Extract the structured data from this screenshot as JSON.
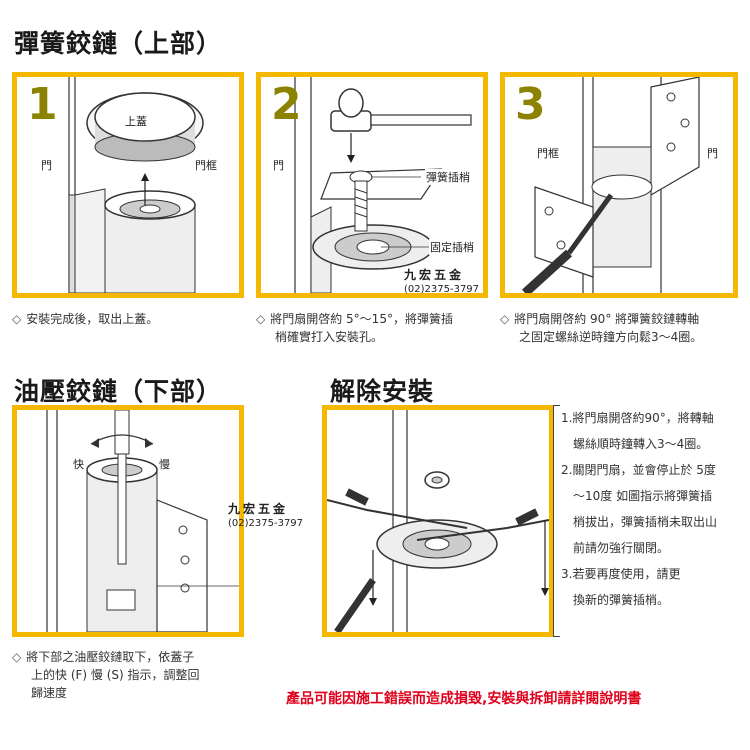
{
  "titles": {
    "upper": "彈簧鉸鏈（上部）",
    "lower": "油壓鉸鏈（下部）",
    "remove": "解除安裝"
  },
  "panel1": {
    "number": "1",
    "cap_label": "上蓋",
    "door_label": "門",
    "frame_label": "門框"
  },
  "panel2": {
    "number": "2",
    "door_label": "門",
    "pin_label": "彈簧插梢",
    "fixed_pin_label": "固定插梢"
  },
  "panel3": {
    "number": "3",
    "frame_label": "門框",
    "door_label": "門"
  },
  "panel4": {
    "fast_label": "快",
    "slow_label": "慢"
  },
  "watermark": {
    "name": "九宏五金",
    "phone": "(02)2375-3797"
  },
  "captions": {
    "step1": "安裝完成後，取出上蓋。",
    "step2_line1": "將門扇開啓約 5°～15°，將彈簧插",
    "step2_line2": "梢確實打入安裝孔。",
    "step3_line1": "將門扇開啓約 90° 將彈簧鉸鏈轉軸",
    "step3_line2": "之固定螺絲逆時鐘方向鬆3～4圈。",
    "lower_line1": "將下部之油壓鉸鏈取下，依蓋子",
    "lower_line2": "上的快 (F) 慢 (S) 指示，調整回",
    "lower_line3": "歸速度"
  },
  "remove_steps": [
    "1.將門扇開啓約90°，將轉軸",
    "螺絲順時鐘轉入3～4圈。",
    "2.關閉門扇，並會停止於 5度",
    "～10度 如圖指示將彈簧插",
    "梢拔出，彈簧插梢未取出山",
    "前請勿強行關閉。",
    "3.若要再度使用，請更",
    "換新的彈簧插梢。"
  ],
  "disclaimer": "產品可能因施工錯誤而造成損毀,安裝與拆卸請詳閱說明書",
  "colors": {
    "panel_border": "#f5b800",
    "step_number": "#8a8200",
    "disclaimer": "#e0001b"
  }
}
